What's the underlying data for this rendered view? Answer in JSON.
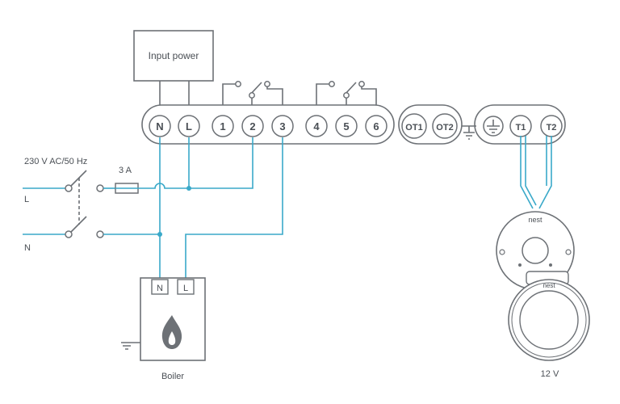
{
  "input_power": "Input power",
  "supply": {
    "rating": "230 V AC/50 Hz",
    "live": "L",
    "neutral": "N"
  },
  "fuse": "3 A",
  "terminals": {
    "main": [
      "N",
      "L",
      "1",
      "2",
      "3",
      "4",
      "5",
      "6"
    ],
    "opentherm": [
      "OT1",
      "OT2"
    ],
    "low_voltage": [
      "T1",
      "T2"
    ]
  },
  "boiler": {
    "label": "Boiler",
    "terminals": [
      "N",
      "L"
    ]
  },
  "thermostat": {
    "brand_base": "nest",
    "brand_display": "nest",
    "voltage": "12 V"
  },
  "colors": {
    "wire": "#3aa9c9",
    "outline": "#6d7176"
  },
  "icons": {
    "ground": "ground-icon",
    "flame": "flame-icon"
  }
}
